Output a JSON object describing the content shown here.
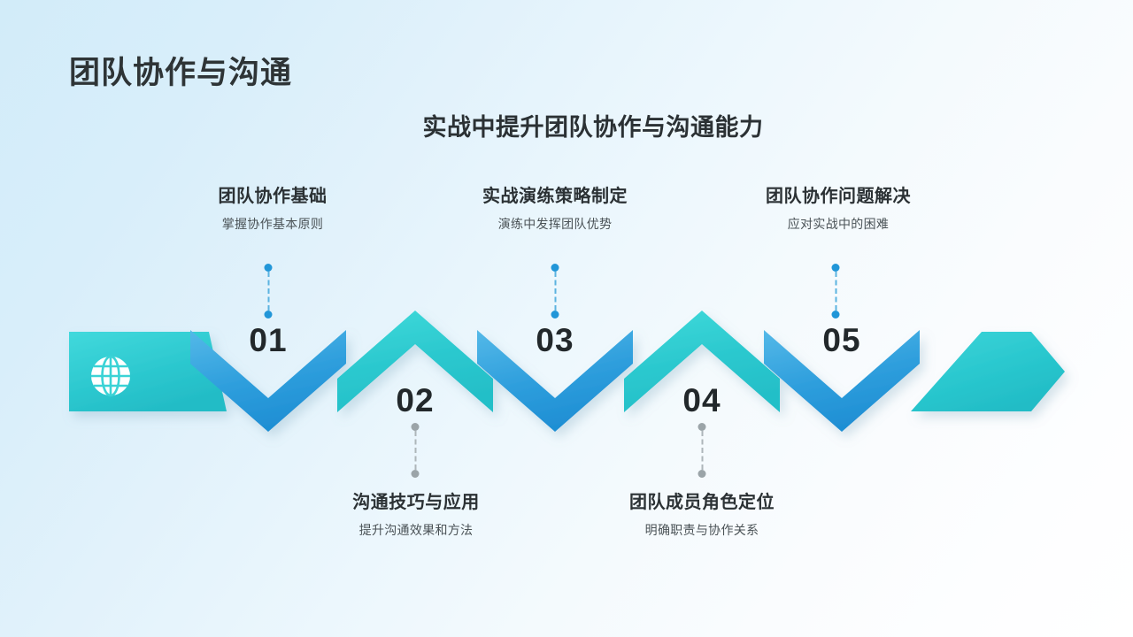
{
  "header": {
    "title": "团队协作与沟通",
    "subtitle": "实战中提升团队协作与沟通能力"
  },
  "theme": {
    "bg_start": "#d2ecf9",
    "bg_end": "#ffffff",
    "blue": "#2196d8",
    "cyan": "#27cfd4",
    "text_dark": "#2b3134",
    "text_muted": "#4a5256",
    "dot_blue": "#2196d8",
    "dot_grey": "#9ba4a8"
  },
  "lead_icon": {
    "name": "globe-icon",
    "glyph": "globe"
  },
  "steps": [
    {
      "number": "01",
      "title": "团队协作基础",
      "desc": "掌握协作基本原则",
      "position": "above",
      "accent": "#2f9bdb"
    },
    {
      "number": "02",
      "title": "沟通技巧与应用",
      "desc": "提升沟通效果和方法",
      "position": "below",
      "accent": "#2fc9cf"
    },
    {
      "number": "03",
      "title": "实战演练策略制定",
      "desc": "演练中发挥团队优势",
      "position": "above",
      "accent": "#2f9bdb"
    },
    {
      "number": "04",
      "title": "团队成员角色定位",
      "desc": "明确职责与协作关系",
      "position": "below",
      "accent": "#2fc9cf"
    },
    {
      "number": "05",
      "title": "团队协作问题解决",
      "desc": "应对实战中的困难",
      "position": "above",
      "accent": "#2f9bdb"
    }
  ]
}
